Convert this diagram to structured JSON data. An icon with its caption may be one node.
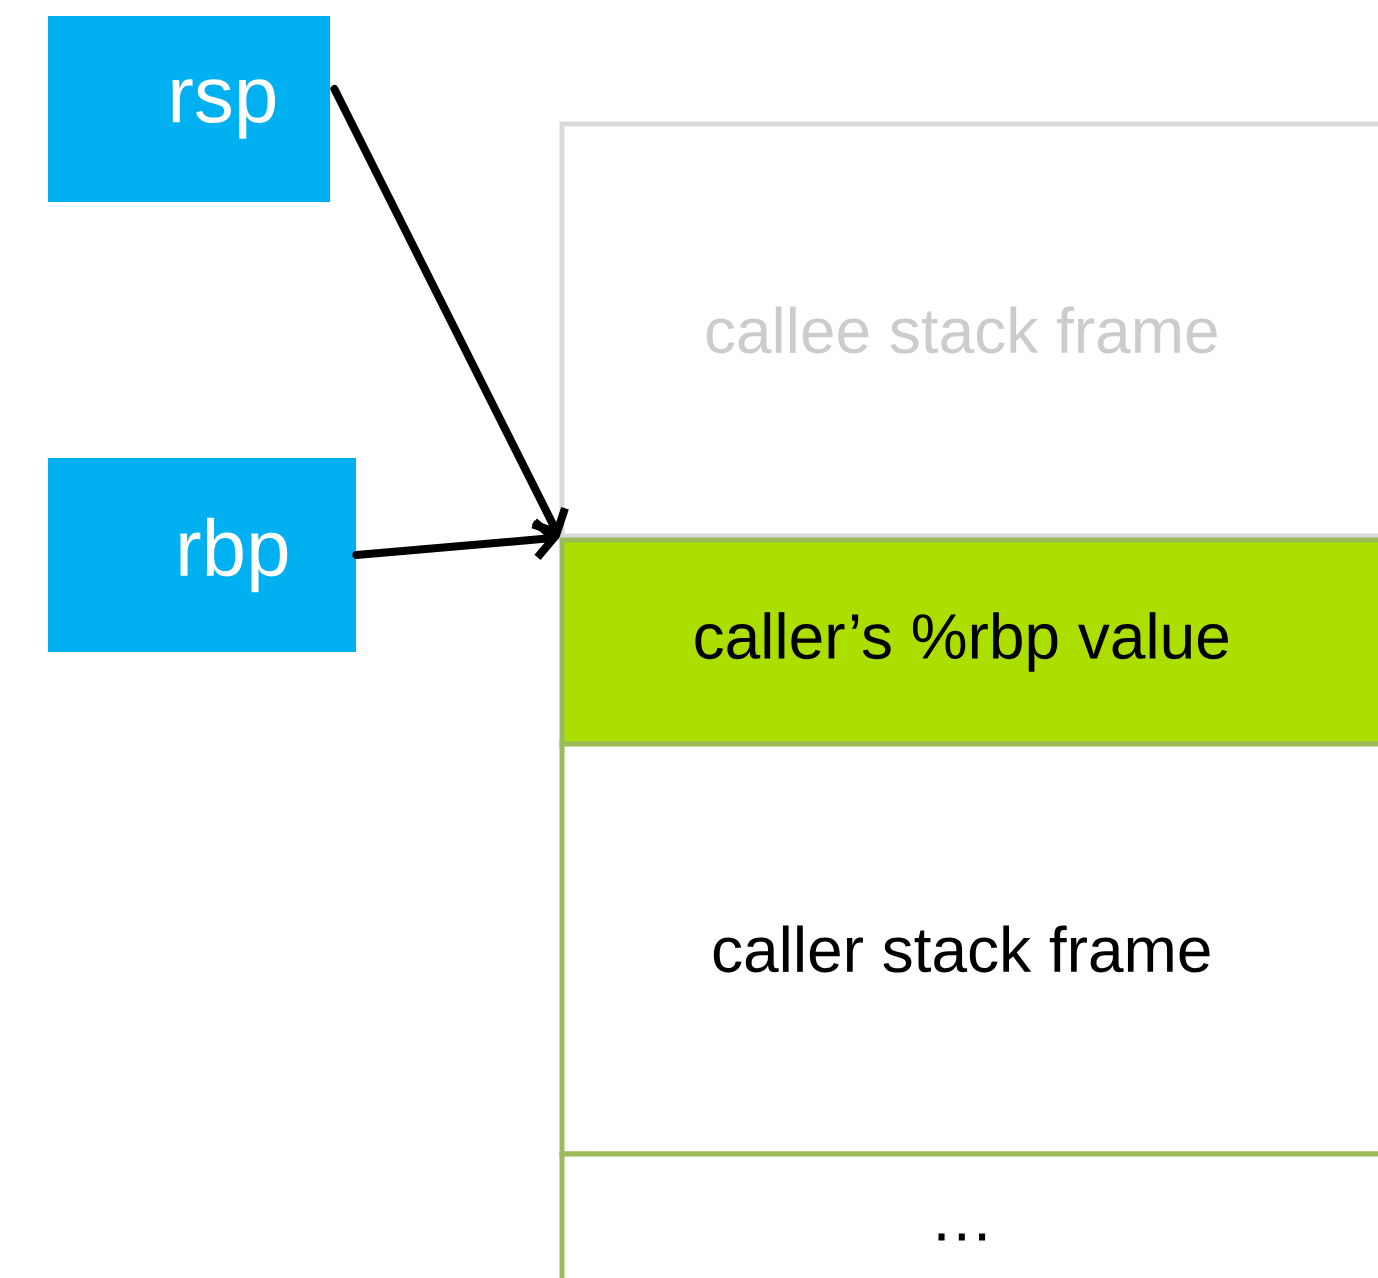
{
  "diagram": {
    "nodes": [
      {
        "text": [
          "rsp"
        ]
      },
      {
        "text": [
          "rbp"
        ]
      },
      {
        "text": [
          "callee stack frame"
        ]
      },
      {
        "text": [
          "caller’s %rbp value"
        ]
      },
      {
        "text": [
          "caller stack frame"
        ]
      },
      {
        "text": [
          "…"
        ]
      }
    ],
    "edges": [
      {
        "from": 0,
        "to": 3,
        "arrow": "to"
      },
      {
        "from": 1,
        "to": 3,
        "arrow": "to"
      }
    ]
  }
}
